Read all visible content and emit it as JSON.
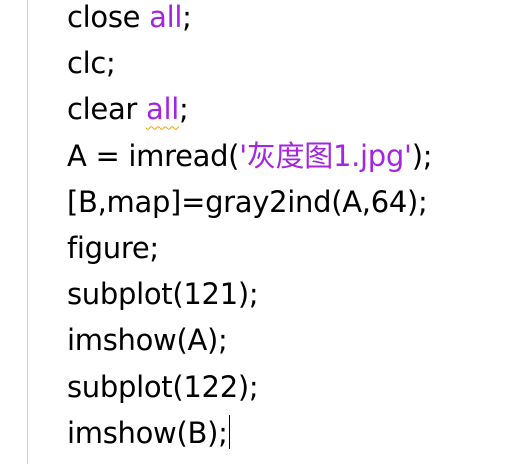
{
  "editor": {
    "lines": [
      {
        "t1": "close ",
        "kw": "all",
        "t2": ";"
      },
      {
        "text": "clc;"
      },
      {
        "t1": "clear ",
        "kw": "all",
        "t2": ";"
      },
      {
        "t1": "A = imread(",
        "str": "'灰度图1.jpg'",
        "t2": ");"
      },
      {
        "text": "[B,map]=gray2ind(A,64);"
      },
      {
        "text": "figure;"
      },
      {
        "text": "subplot(121);"
      },
      {
        "text": "imshow(A);"
      },
      {
        "text": "subplot(122);"
      },
      {
        "text": "imshow(B);"
      }
    ],
    "colors": {
      "keyword": "#a425e0",
      "string": "#a425e0",
      "text": "#000000",
      "warning_underline": "#f0a000"
    }
  }
}
